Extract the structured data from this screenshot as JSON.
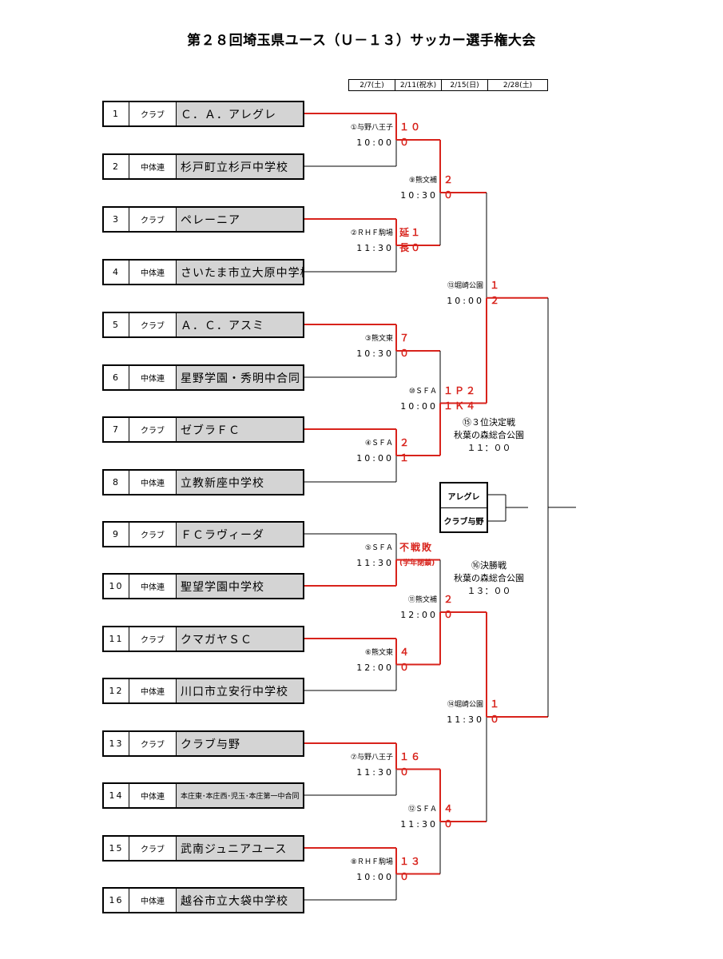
{
  "title": "第２８回埼玉県ユース（Ｕ－１３）サッカー選手権大会",
  "dates": [
    "2/7(土)",
    "2/11(祝水)",
    "2/15(日)",
    "2/28(土)"
  ],
  "teams": [
    {
      "num": "1",
      "cat": "クラブ",
      "name": "Ｃ．Ａ．アレグレ"
    },
    {
      "num": "2",
      "cat": "中体連",
      "name": "杉戸町立杉戸中学校"
    },
    {
      "num": "3",
      "cat": "クラブ",
      "name": "ペレーニア"
    },
    {
      "num": "4",
      "cat": "中体連",
      "name": "さいたま市立大原中学校"
    },
    {
      "num": "5",
      "cat": "クラブ",
      "name": "Ａ．Ｃ．アスミ"
    },
    {
      "num": "6",
      "cat": "中体連",
      "name": "星野学園・秀明中合同"
    },
    {
      "num": "7",
      "cat": "クラブ",
      "name": "ゼブラＦＣ"
    },
    {
      "num": "8",
      "cat": "中体連",
      "name": "立教新座中学校"
    },
    {
      "num": "9",
      "cat": "クラブ",
      "name": "ＦＣラヴィーダ"
    },
    {
      "num": "10",
      "cat": "中体連",
      "name": "聖望学園中学校"
    },
    {
      "num": "11",
      "cat": "クラブ",
      "name": "クマガヤＳＣ"
    },
    {
      "num": "12",
      "cat": "中体連",
      "name": "川口市立安行中学校"
    },
    {
      "num": "13",
      "cat": "クラブ",
      "name": "クラブ与野"
    },
    {
      "num": "14",
      "cat": "中体連",
      "name": "本庄東･本庄西･児玉･本庄第一中合同"
    },
    {
      "num": "15",
      "cat": "クラブ",
      "name": "武南ジュニアユース"
    },
    {
      "num": "16",
      "cat": "中体連",
      "name": "越谷市立大袋中学校"
    }
  ],
  "matches": [
    {
      "venue": "①与野八王子",
      "time": "10:00",
      "s1": "１０",
      "s2": "０"
    },
    {
      "venue": "②ＲＨＦ駒場",
      "time": "11:30",
      "s1": "延１",
      "s2": "長０"
    },
    {
      "venue": "③熊文東",
      "time": "10:30",
      "s1": "７",
      "s2": "０"
    },
    {
      "venue": "④ＳＦＡ",
      "time": "10:00",
      "s1": "２",
      "s2": "１"
    },
    {
      "venue": "⑤ＳＦＡ",
      "time": "11:30",
      "s1": "不戦敗",
      "s2": "(学年閉鎖)"
    },
    {
      "venue": "⑥熊文東",
      "time": "12:00",
      "s1": "４",
      "s2": "０"
    },
    {
      "venue": "⑦与野八王子",
      "time": "11:30",
      "s1": "１６",
      "s2": "０"
    },
    {
      "venue": "⑧ＲＨＦ駒場",
      "time": "10:00",
      "s1": "１３",
      "s2": "０"
    },
    {
      "venue": "⑨熊文補",
      "time": "10:30",
      "s1": "２",
      "s2": "０"
    },
    {
      "venue": "⑩ＳＦＡ",
      "time": "10:00",
      "s1": "１Ｐ２",
      "s2": "１Ｋ４"
    },
    {
      "venue": "⑪熊文補",
      "time": "12:00",
      "s1": "２",
      "s2": "０"
    },
    {
      "venue": "⑫ＳＦＡ",
      "time": "11:30",
      "s1": "４",
      "s2": "０"
    },
    {
      "venue": "⑬堀崎公園",
      "time": "10:00",
      "s1": "１",
      "s2": "２"
    },
    {
      "venue": "⑭堀崎公園",
      "time": "11:30",
      "s1": "１",
      "s2": "０"
    }
  ],
  "third_place": {
    "line1": "⑮３位決定戦",
    "line2": "秋葉の森総合公園",
    "line3": "１１：００"
  },
  "final": {
    "line1": "⑯決勝戦",
    "line2": "秋葉の森総合公園",
    "line3": "１３：００"
  },
  "finalists": [
    "アレグレ",
    "クラブ与野"
  ]
}
